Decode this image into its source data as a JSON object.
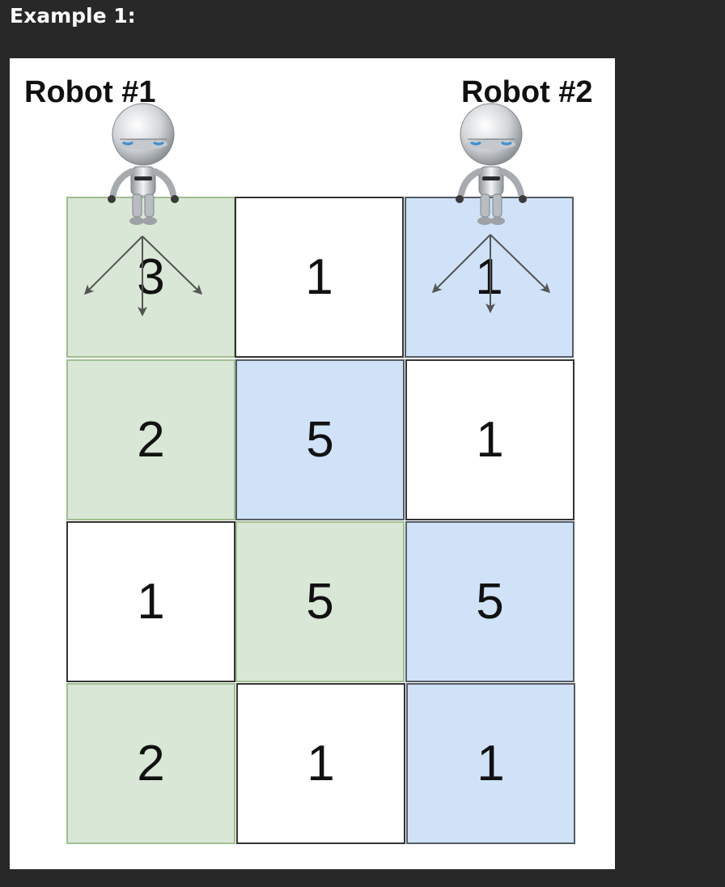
{
  "heading": "Example 1:",
  "robots": [
    {
      "label": "Robot #1",
      "color": "#d9e7d6"
    },
    {
      "label": "Robot #2",
      "color": "#cfe2f8"
    }
  ],
  "grid": [
    [
      {
        "value": "3",
        "fill": "green"
      },
      {
        "value": "1",
        "fill": "white"
      },
      {
        "value": "1",
        "fill": "blue"
      }
    ],
    [
      {
        "value": "2",
        "fill": "green"
      },
      {
        "value": "5",
        "fill": "blue"
      },
      {
        "value": "1",
        "fill": "white"
      }
    ],
    [
      {
        "value": "1",
        "fill": "white"
      },
      {
        "value": "5",
        "fill": "green"
      },
      {
        "value": "5",
        "fill": "blue"
      }
    ],
    [
      {
        "value": "2",
        "fill": "green"
      },
      {
        "value": "1",
        "fill": "white"
      },
      {
        "value": "1",
        "fill": "blue"
      }
    ]
  ],
  "colors": {
    "green_cell": "#d9e7d6",
    "blue_cell": "#cfe2f8",
    "white_cell": "#ffffff",
    "background": "#282828",
    "arrow": "#555555"
  },
  "icons": [
    "robot-icon",
    "move-arrow-icon"
  ]
}
